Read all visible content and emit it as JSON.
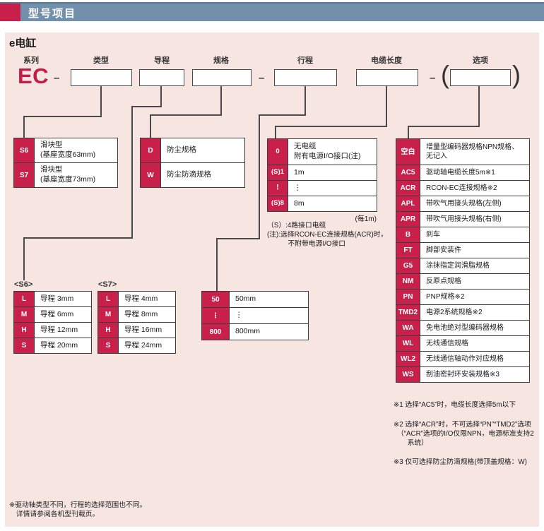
{
  "header": {
    "title": "型号项目"
  },
  "panel_title": "e电缸",
  "model": {
    "series_label": "系列",
    "series_value": "EC",
    "dash": "–",
    "paren_open": "(",
    "paren_close": ")",
    "type_label": "类型",
    "lead_label": "导程",
    "spec_label": "规格",
    "stroke_label": "行程",
    "cable_label": "电缆长度",
    "option_label": "选项"
  },
  "type_table": {
    "rows": [
      {
        "code": "S6",
        "desc": "滑块型\n(基座宽度63mm)"
      },
      {
        "code": "S7",
        "desc": "滑块型\n(基座宽度73mm)"
      }
    ]
  },
  "spec_table": {
    "rows": [
      {
        "code": "D",
        "desc": "防尘规格"
      },
      {
        "code": "W",
        "desc": "防尘防滴规格"
      }
    ]
  },
  "cable_table": {
    "rows": [
      {
        "code": "0",
        "desc": "无电缆\n附有电源I/O接口(注)"
      },
      {
        "code": "(S)1",
        "desc": "1m"
      },
      {
        "code": "⋮",
        "desc": "⋮"
      },
      {
        "code": "(S)8",
        "desc": "8m"
      }
    ],
    "per_unit": "(每1m)",
    "note": "（S）:4路接口电缆\n(注):选择RCON-EC连接规格(ACR)时，\n　　　不附带电源I/O接口"
  },
  "lead_s6": {
    "label": "<S6>",
    "rows": [
      {
        "code": "L",
        "desc": "导程 3mm"
      },
      {
        "code": "M",
        "desc": "导程 6mm"
      },
      {
        "code": "H",
        "desc": "导程 12mm"
      },
      {
        "code": "S",
        "desc": "导程 20mm"
      }
    ]
  },
  "lead_s7": {
    "label": "<S7>",
    "rows": [
      {
        "code": "L",
        "desc": "导程 4mm"
      },
      {
        "code": "M",
        "desc": "导程 8mm"
      },
      {
        "code": "H",
        "desc": "导程 16mm"
      },
      {
        "code": "S",
        "desc": "导程 24mm"
      }
    ]
  },
  "stroke_table": {
    "rows": [
      {
        "code": "50",
        "desc": "50mm"
      },
      {
        "code": "⋮",
        "desc": "⋮"
      },
      {
        "code": "800",
        "desc": "800mm"
      }
    ]
  },
  "option_table": {
    "rows": [
      {
        "code": "空白",
        "desc": "增量型编码器规格NPN规格、\n无记入"
      },
      {
        "code": "AC5",
        "desc": "驱动轴电缆长度5m※1"
      },
      {
        "code": "ACR",
        "desc": "RCON-EC连接规格※2"
      },
      {
        "code": "APL",
        "desc": "带吹气用接头规格(左侧)"
      },
      {
        "code": "APR",
        "desc": "带吹气用接头规格(右侧)"
      },
      {
        "code": "B",
        "desc": "刹车"
      },
      {
        "code": "FT",
        "desc": "脚部安装件"
      },
      {
        "code": "G5",
        "desc": "涂抹指定润滑脂规格"
      },
      {
        "code": "NM",
        "desc": "反原点规格"
      },
      {
        "code": "PN",
        "desc": "PNP规格※2"
      },
      {
        "code": "TMD2",
        "desc": "电源2系统规格※2"
      },
      {
        "code": "WA",
        "desc": "免电池绝对型编码器规格"
      },
      {
        "code": "WL",
        "desc": "无线通信规格"
      },
      {
        "code": "WL2",
        "desc": "无线通信轴动作对应规格"
      },
      {
        "code": "WS",
        "desc": "刮油密封环安装规格※3"
      }
    ],
    "notes": [
      "※1 选择“AC5”时，电缆长度选择5m以下",
      "※2 选择“ACR”时，不可选择“PN”“TMD2”选项\n　（“ACR”选项的I/O仅限NPN，电源标准支持2\n　　系统）",
      "※3 仅可选择防尘防滴规格(带顶盖规格：W)"
    ]
  },
  "footnote": "※驱动轴类型不同，行程的选择范围也不同。\n　详情请参阅各机型刊载页。",
  "colors": {
    "accent_red": "#c8204a",
    "header_blue": "#7290ab",
    "panel_pink": "#f7e5e1"
  }
}
